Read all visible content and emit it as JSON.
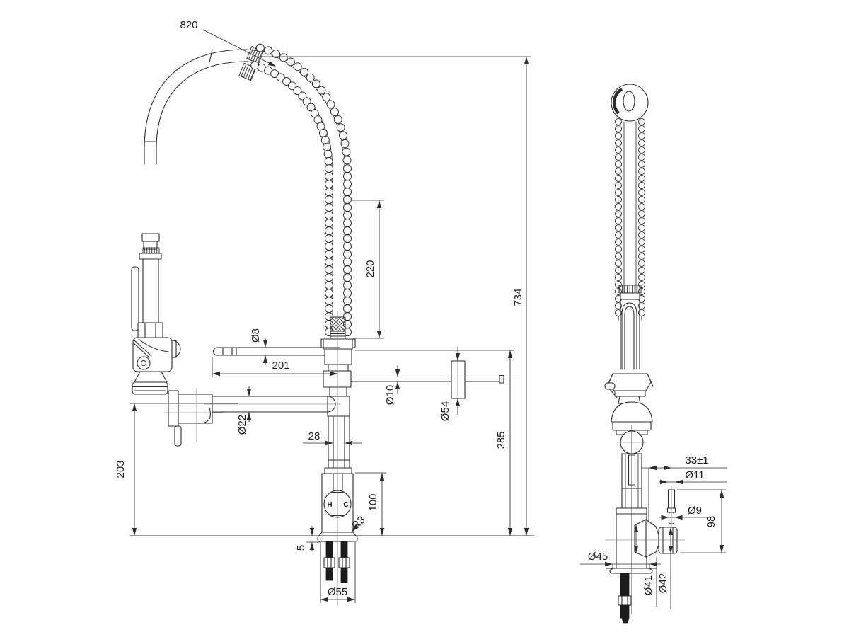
{
  "drawing": {
    "type": "technical-drawing",
    "subject": "Pull-down kitchen mixer tap with spring spray head — front and side elevations",
    "units": "mm",
    "line_color": "#2e2e2e",
    "background": "#ffffff"
  },
  "labels": {
    "hot": "H",
    "cold": "C"
  },
  "dims": {
    "hose": "820",
    "height": "734",
    "coil": "220",
    "d8": "Ø8",
    "reach201": "201",
    "d10": "Ø10",
    "d54": "Ø54",
    "d22": "Ø22",
    "w28": "28",
    "h203": "203",
    "h285": "285",
    "h100": "100",
    "r3": "R3",
    "t5": "5",
    "d55": "Ø55",
    "off33": "33±1",
    "d11": "Ø11",
    "d9": "Ø9",
    "h98": "98",
    "d45": "Ø45",
    "d41": "Ø41",
    "d42": "Ø42"
  }
}
